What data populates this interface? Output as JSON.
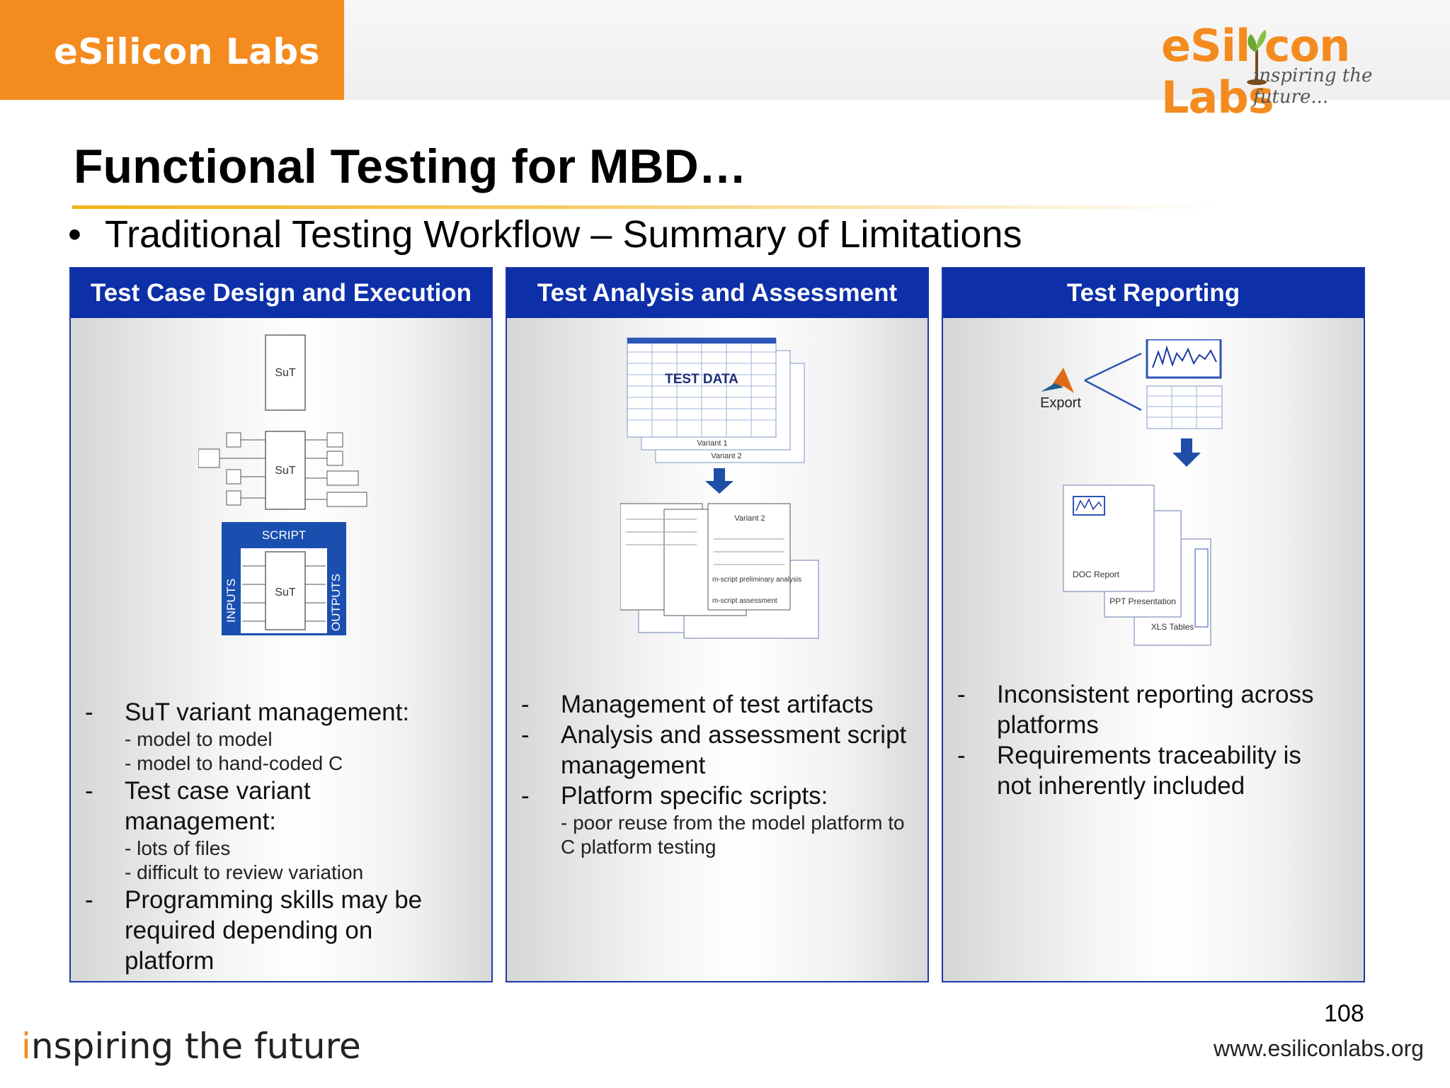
{
  "header": {
    "brand": "eSilicon Labs",
    "logo_main": "eSil con Labs",
    "logo_tagline": "inspiring the future..."
  },
  "slide": {
    "title": "Functional Testing for MBD…",
    "subtitle_bullet": "•",
    "subtitle": "Traditional Testing Workflow – Summary of Limitations"
  },
  "panels": [
    {
      "heading": "Test Case Design and Execution",
      "diagram": {
        "sut_label": "SuT",
        "script_label": "SCRIPT",
        "inputs_label": "INPUTS",
        "outputs_label": "OUTPUTS"
      },
      "bullets": [
        {
          "dash": "-",
          "text": "SuT variant management:",
          "subs": [
            "- model to model",
            "- model to hand-coded C"
          ]
        },
        {
          "dash": "-",
          "text": "Test case variant management:",
          "subs": [
            "- lots of files",
            "- difficult to review variation"
          ]
        },
        {
          "dash": "-",
          "text": "Programming skills may be required depending on platform",
          "subs": []
        }
      ]
    },
    {
      "heading": "Test Analysis and Assessment",
      "diagram": {
        "test_data_label": "TEST DATA",
        "variant1": "Variant 1",
        "variant2": "Variant 2",
        "mscript1": "m-script preliminary analysis",
        "mscript2": "m-script assessment"
      },
      "bullets": [
        {
          "dash": "-",
          "text": "Management of test artifacts",
          "subs": []
        },
        {
          "dash": "-",
          "text": "Analysis and assessment script management",
          "subs": []
        },
        {
          "dash": "-",
          "text": "Platform specific scripts:",
          "subs": [
            "- poor reuse from the model platform to C platform testing"
          ]
        }
      ]
    },
    {
      "heading": "Test Reporting",
      "diagram": {
        "export_label": "Export",
        "doc_report": "DOC Report",
        "ppt_presentation": "PPT Presentation",
        "xls_tables": "XLS Tables"
      },
      "bullets": [
        {
          "dash": "-",
          "text": "Inconsistent  reporting across platforms",
          "subs": []
        },
        {
          "dash": "-",
          "text": "Requirements traceability is not inherently included",
          "subs": []
        }
      ]
    }
  ],
  "footer": {
    "page_number": "108",
    "tagline_i": "i",
    "tagline_rest": "nspiring the future",
    "website": "www.esiliconlabs.org"
  },
  "colors": {
    "brand_orange": "#f48b1f",
    "panel_blue": "#0d2fa8",
    "title_rule": "#f3b21b"
  }
}
